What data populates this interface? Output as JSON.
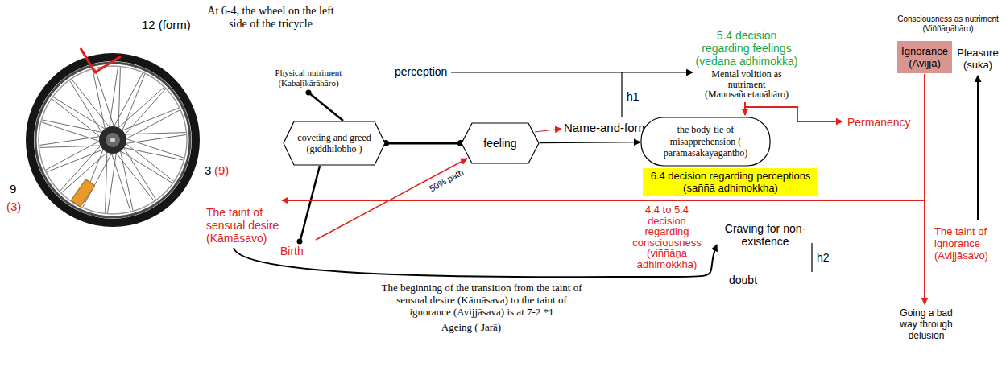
{
  "diagram": {
    "nodes": [
      {
        "text": [
          "coveting and greed (giddhilobho )"
        ]
      },
      {
        "text": [
          "feeling"
        ]
      },
      {
        "text": [
          "the body-tie of misapprehension ( parāmāsakāyagantho)"
        ]
      },
      {
        "text": [
          "6.4 decision regarding perceptions (saññā adhimokkha)"
        ]
      },
      {
        "text": [
          "Ignorance (Avijjā)"
        ]
      }
    ],
    "edges": [
      {
        "from": 0,
        "to": 1,
        "arrow": "none"
      },
      {
        "from": 1,
        "to": 2,
        "arrow": "to"
      }
    ],
    "labels": [
      "12 (form)",
      "At 6-4, the wheel on the left side of the tricycle",
      "3",
      "(9)",
      "9",
      "(3)",
      "Physical nutriment (Kabaḷīkārāhāro)",
      "perception",
      "5.4 decision regarding feelings (vedana adhimokka)",
      "Mental volition as nutriment (Manosañcetanāhāro)",
      "h1",
      "Name-and-form",
      "Permanency",
      "Consciousness as nutriment (Viññāṇāhāro)",
      "Pleasure (suka)",
      "The taint of sensual desire (Kāmāsavo)",
      "50% path",
      "4.4 to 5.4 decision regarding consciousness (viññāṇa adhimokkha)",
      "Craving for non-existence",
      "h2",
      "doubt",
      "The taint of ignorance (Avijjāsavo)",
      "Going a bad way through delusion",
      "Birth",
      "The beginning of the transition from the taint of sensual desire (Kāmāsava) to the taint of ignorance (Avijjāsava) is at 7-2 *1",
      "Ageing ( Jarā)"
    ]
  }
}
